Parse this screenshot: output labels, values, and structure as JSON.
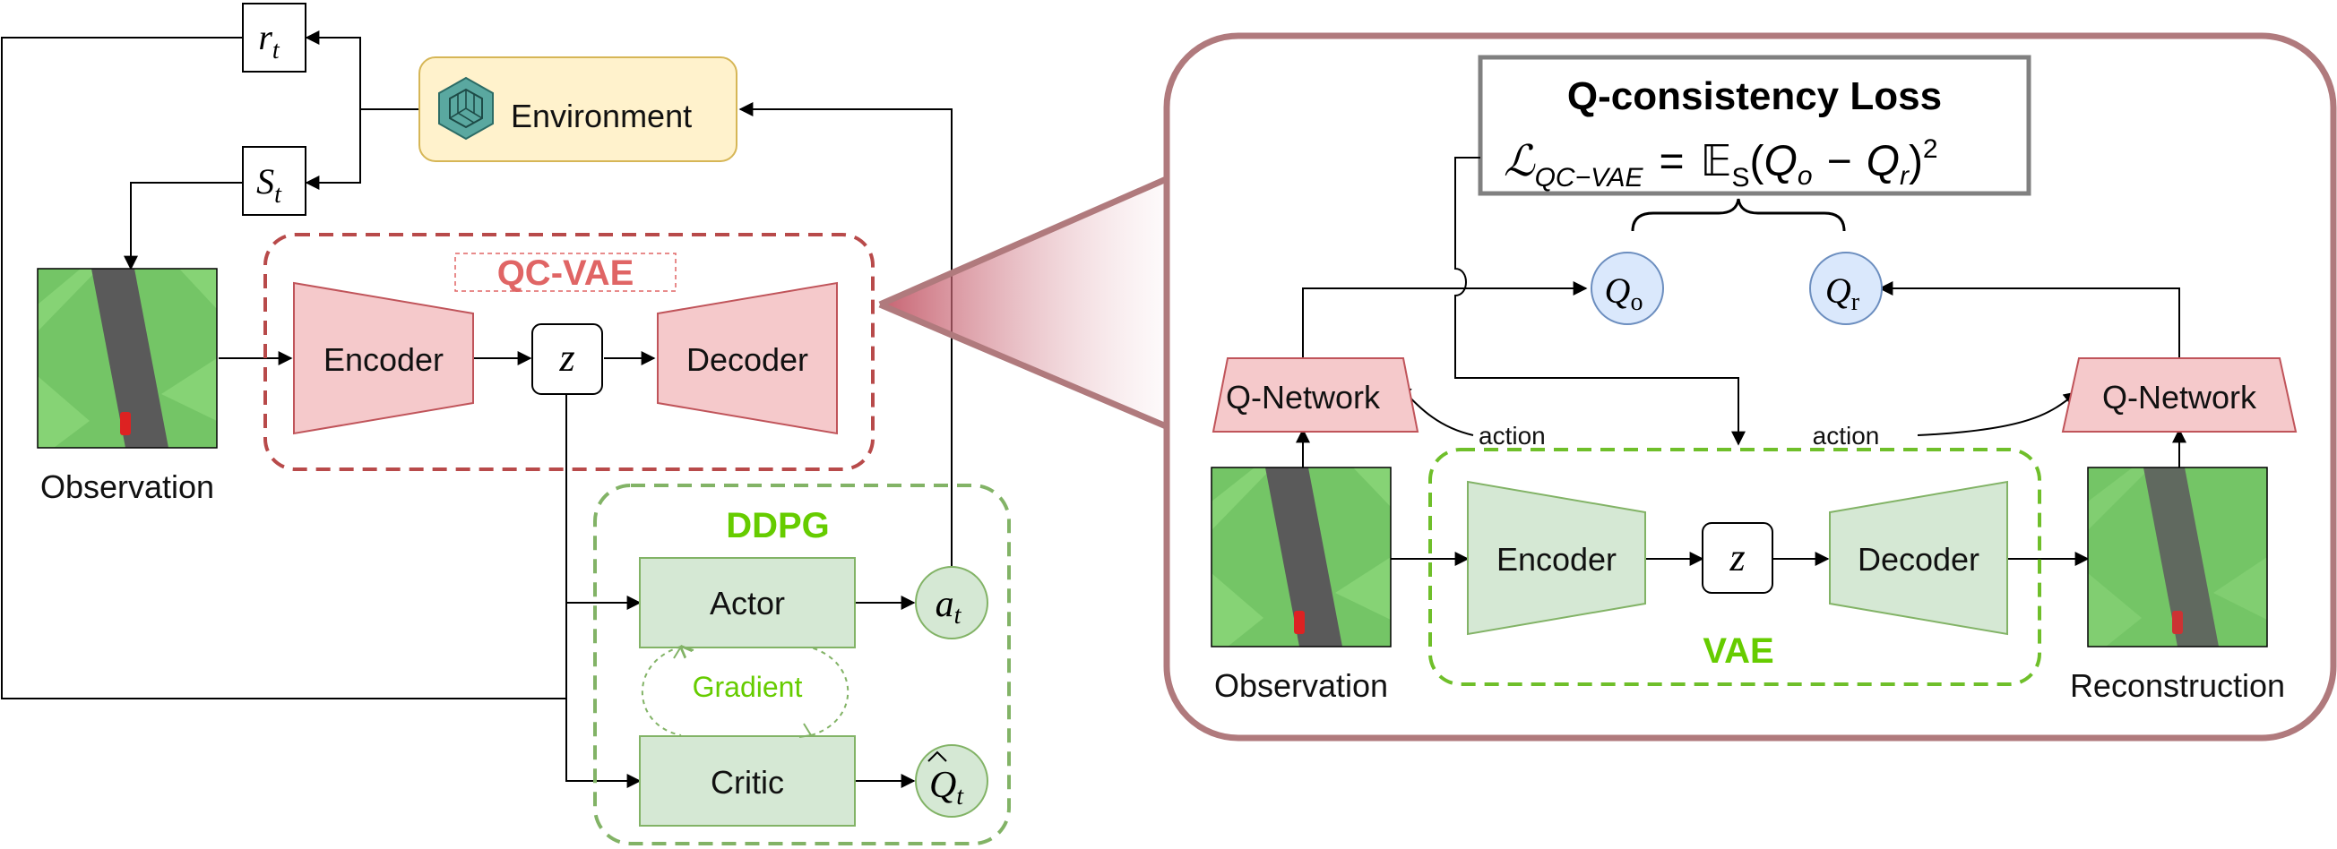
{
  "left": {
    "reward_symbol": "r",
    "reward_sub": "t",
    "state_symbol": "S",
    "state_sub": "t",
    "environment_label": "Environment",
    "observation_label": "Observation",
    "qcvae_title": "QC-VAE",
    "encoder_label": "Encoder",
    "latent_label": "z",
    "decoder_label": "Decoder",
    "ddpg_title": "DDPG",
    "actor_label": "Actor",
    "critic_label": "Critic",
    "gradient_label": "Gradient",
    "action_symbol": "a",
    "action_sub": "t",
    "q_symbol": "Q",
    "q_sub": "t"
  },
  "right": {
    "loss_title": "Q-consistency Loss",
    "loss_lhs": "ℒ",
    "loss_lhs_sub": "QC−VAE",
    "loss_eq": "=",
    "loss_expect": "𝔼",
    "loss_expect_sub": "S",
    "loss_open": "(",
    "loss_qo": "Q",
    "loss_qo_sub": "o",
    "loss_minus": "−",
    "loss_qr": "Q",
    "loss_qr_sub": "r",
    "loss_close": ")",
    "loss_pow": "2",
    "qo_symbol": "Q",
    "qo_sub": "o",
    "qr_symbol": "Q",
    "qr_sub": "r",
    "qnet_left_label": "Q-Network",
    "qnet_right_label": "Q-Network",
    "action_left": "action",
    "action_right": "action",
    "encoder_label": "Encoder",
    "latent_label": "z",
    "decoder_label": "Decoder",
    "vae_title": "VAE",
    "observation_label": "Observation",
    "reconstruction_label": "Reconstruction"
  },
  "colors": {
    "red_fill": "#f5c9cb",
    "red_stroke": "#c0545a",
    "red_dash": "#b84a4a",
    "qcvae_text": "#e06565",
    "green_fill": "#d5e8d4",
    "green_stroke": "#82b366",
    "green_dash": "#6fbf2a",
    "green_text": "#66cc00",
    "env_fill": "#fff2cc",
    "env_stroke": "#d6b656",
    "blue_fill": "#dae8fc",
    "blue_stroke": "#6c8ebf",
    "zoom_frame": "#b07a7d"
  }
}
